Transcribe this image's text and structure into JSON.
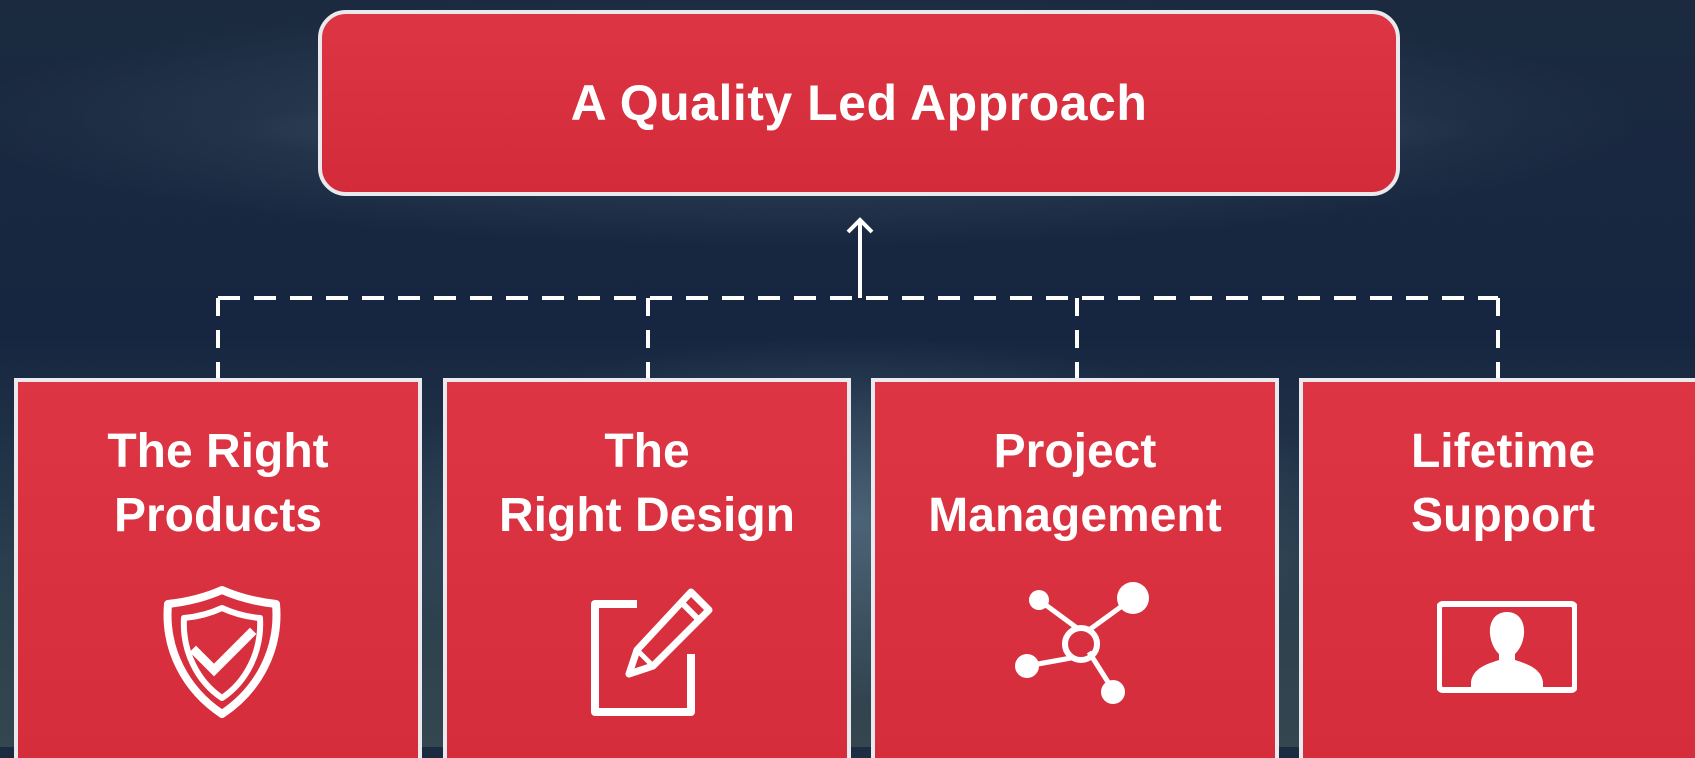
{
  "diagram": {
    "top_box": {
      "title": "A Quality Led Approach"
    },
    "cards": [
      {
        "line1": "The Right",
        "line2": "Products",
        "icon": "shield-check-icon"
      },
      {
        "line1": "The",
        "line2": "Right Design",
        "icon": "pencil-edit-icon"
      },
      {
        "line1": "Project",
        "line2": "Management",
        "icon": "network-nodes-icon"
      },
      {
        "line1": "Lifetime",
        "line2": "Support",
        "icon": "video-support-icon"
      }
    ],
    "colors": {
      "card_red": "#d8303e",
      "border": "#e9e9ee",
      "background": "#1b2a3f",
      "text": "#ffffff"
    }
  }
}
